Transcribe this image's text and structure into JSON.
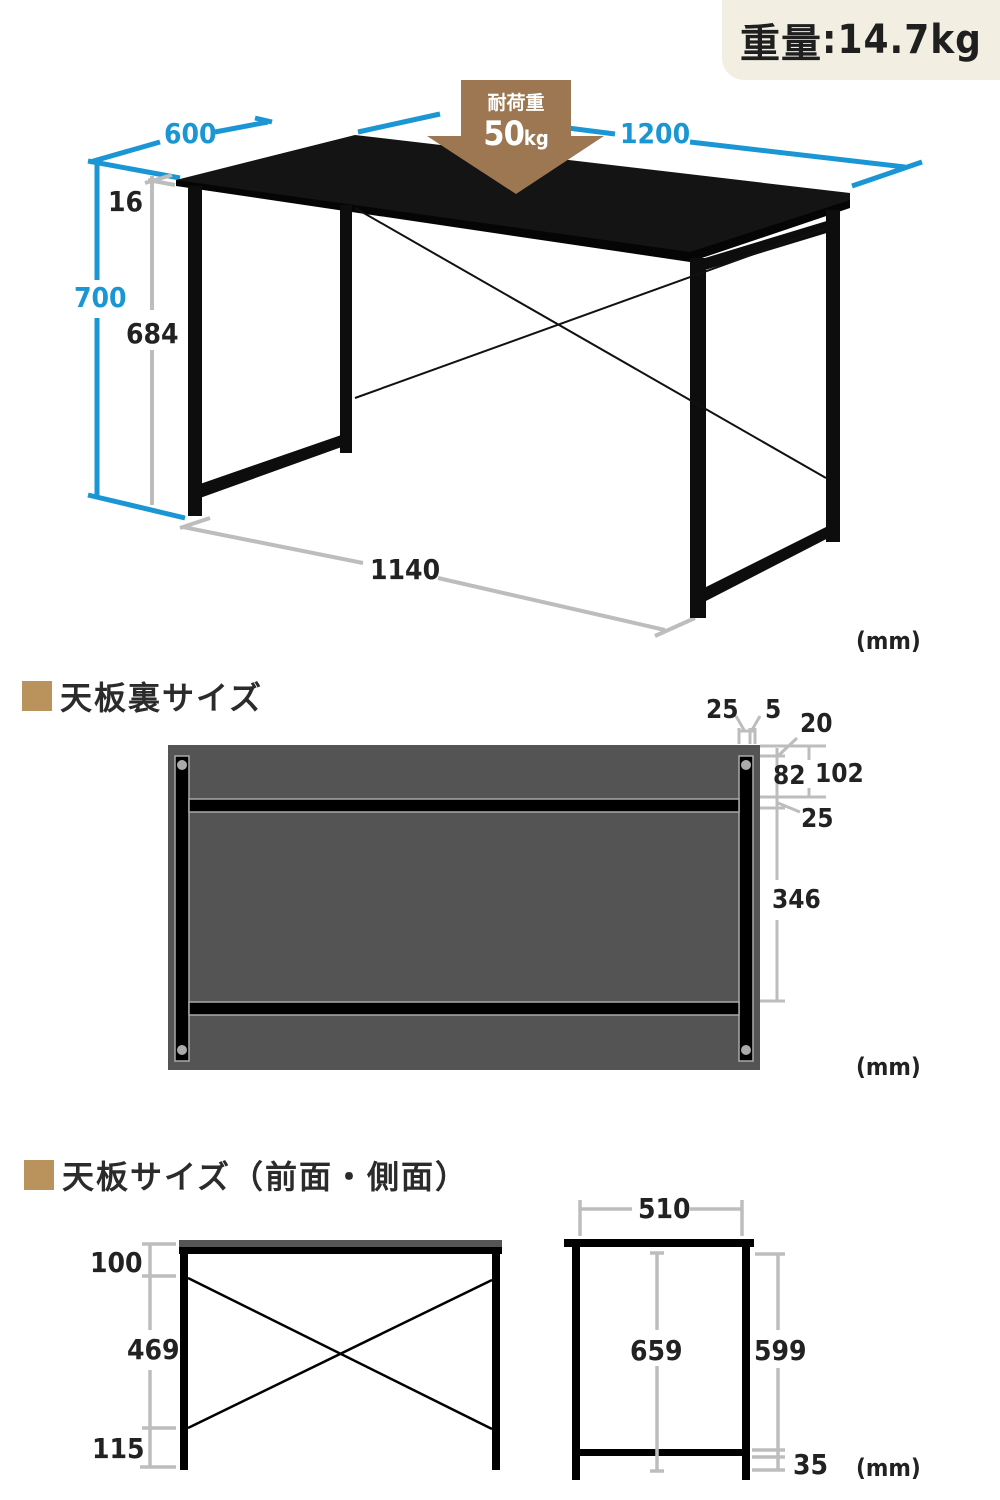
{
  "weight_badge": {
    "label": "重量",
    "separator": ":",
    "value": "14.7kg"
  },
  "load_arrow": {
    "label": "耐荷重",
    "value": "50",
    "unit": "kg",
    "color": "#9c7752"
  },
  "perspective_view": {
    "dimensions": {
      "depth": "600",
      "width": "1200",
      "height_total": "700",
      "top_thickness": "16",
      "leg_height": "684",
      "inner_width": "1140"
    },
    "unit": "(mm)",
    "dimension_color_primary": "#1a96d4",
    "dimension_color_secondary": "#bdbdbd"
  },
  "underside_section": {
    "title": "天板裏サイズ",
    "marker_color": "#b9935b",
    "dimensions": {
      "leg_width": "25",
      "edge_gap": "5",
      "top_gap": "20",
      "rail_offset": "82",
      "rail_total": "102",
      "rail_width": "25",
      "rail_spacing": "346"
    },
    "unit": "(mm)",
    "panel_color": "#545454"
  },
  "front_side_section": {
    "title": "天板サイズ（前面・側面）",
    "marker_color": "#b9935b",
    "front_dimensions": {
      "top_segment": "100",
      "middle_segment": "469",
      "bottom_segment": "115"
    },
    "side_dimensions": {
      "width": "510",
      "inner_height": "659",
      "clearance_height": "599",
      "foot_rail": "35"
    },
    "unit": "(mm)"
  }
}
